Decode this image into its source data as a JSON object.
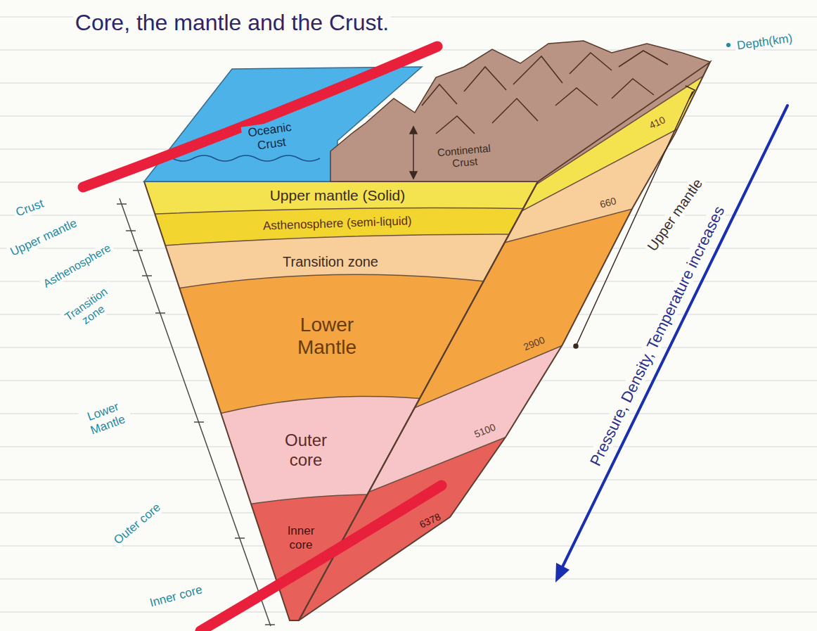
{
  "diagram": {
    "title": "Core, the mantle and the Crust.",
    "nodes": [
      {
        "text": [
          "Oceanic Crust"
        ]
      },
      {
        "text": [
          "Continental Crust"
        ]
      },
      {
        "text": [
          "Upper mantle (Solid)"
        ]
      },
      {
        "text": [
          "Asthenosphere (semi-liquid)"
        ]
      },
      {
        "text": [
          "Transition zone"
        ]
      },
      {
        "text": [
          "Lower Mantle"
        ]
      },
      {
        "text": [
          "Outer core"
        ]
      },
      {
        "text": [
          "Inner core"
        ]
      }
    ],
    "labels": [
      "Depth(km)",
      "410",
      "660",
      "2900",
      "5100",
      "6378",
      "Crust",
      "Upper mantle",
      "Asthenosphere",
      "Transition zone",
      "Lower Mantle",
      "Outer core",
      "Inner core",
      "Upper mantle",
      "Pressure, Density, Temperature increases"
    ]
  }
}
